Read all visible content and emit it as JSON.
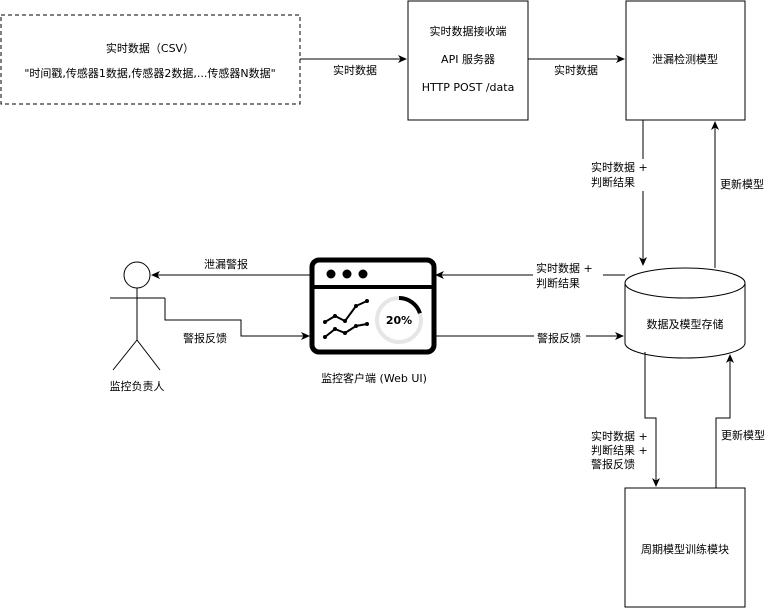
{
  "nodes": {
    "csv_source": {
      "title": "实时数据（CSV）",
      "format": "\"时间戳,传感器1数据,传感器2数据,...传感器N数据\""
    },
    "receiver": {
      "title": "实时数据接收端",
      "server": "API 服务器",
      "endpoint": "HTTP POST /data"
    },
    "leak_model": {
      "title": "泄漏检测模型"
    },
    "storage": {
      "title": "数据及模型存储"
    },
    "training": {
      "title": "周期模型训练模块"
    },
    "web_client": {
      "title": "监控客户端 (Web UI)",
      "progress_text": "20%",
      "progress": 0.2
    },
    "operator": {
      "title": "监控负责人"
    }
  },
  "edges": {
    "csv_to_receiver": "实时数据",
    "receiver_to_model": "实时数据",
    "model_to_storage": [
      "实时数据 +",
      "判断结果"
    ],
    "storage_to_model": "更新模型",
    "storage_to_client": [
      "实时数据 +",
      "判断结果"
    ],
    "client_to_storage": "警报反馈",
    "client_to_operator": "泄漏警报",
    "operator_to_client": "警报反馈",
    "storage_to_training": [
      "实时数据 +",
      "判断结果 +",
      "警报反馈"
    ],
    "training_to_storage": "更新模型"
  },
  "colors": {
    "stroke": "#000000",
    "background": "#ffffff",
    "progress_track": "#e6e6e6"
  }
}
